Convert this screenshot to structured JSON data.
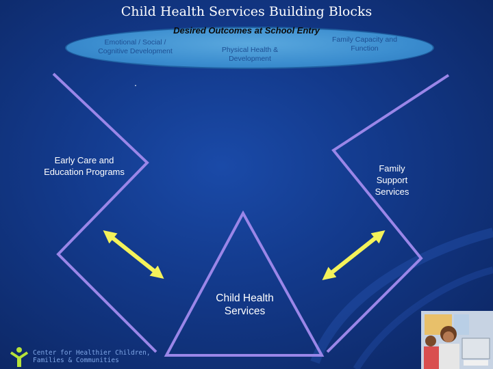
{
  "slide": {
    "title": "Child Health Services Building Blocks"
  },
  "outcomes": {
    "title": "Desired Outcomes at School Entry",
    "items": [
      "Emotional / Social / Cognitive Development",
      "Physical Health & Development",
      "Family Capacity and Function"
    ]
  },
  "separator_text": ".",
  "blocks": {
    "left": "Early Care and Education Programs",
    "right": "Family Support Services",
    "center": "Child Health Services"
  },
  "logo": {
    "text": "Center for Healthier Children, Families & Communities",
    "icon": "person-tree-icon"
  },
  "photo": {
    "icon": "children-at-computer-photo"
  },
  "colors": {
    "background": "#133a8c",
    "ellipse": "#3b8dcf",
    "lines": "#9a86e8",
    "arrows": "#f4f25a"
  }
}
